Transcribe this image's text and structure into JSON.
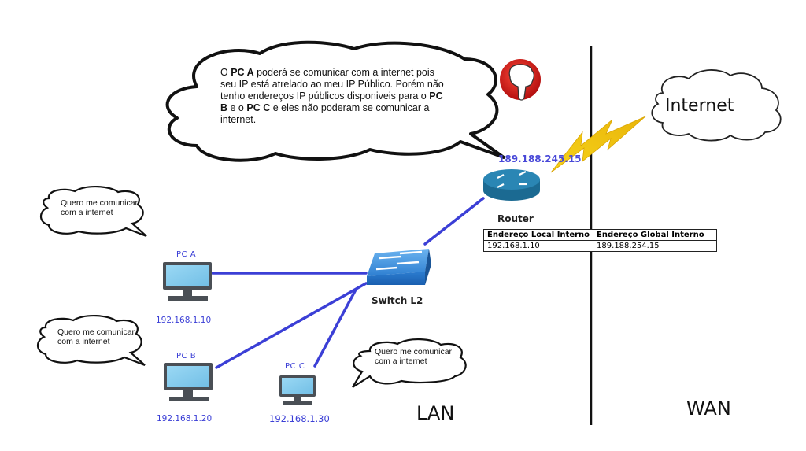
{
  "diagram": {
    "title": "NAT estático - apenas um IP público disponível",
    "router": {
      "label": "Router",
      "public_ip": "189.188.245.15",
      "speech": {
        "part1": "O ",
        "pc_a": "PC A",
        "part2": " poderá se comunicar com a internet pois seu IP está atrelado ao meu IP Público. Porém não tenho endereços IP públicos disponiveis para o ",
        "pc_b": "PC B",
        "part3": " e o ",
        "pc_c": "PC C",
        "part4": " e eles não poderam se comunicar a internet."
      },
      "status_icon": "thumbs-down-icon"
    },
    "switch": {
      "label": "Switch L2"
    },
    "pcs": [
      {
        "name": "PC A",
        "ip": "192.168.1.10",
        "speech": "Quero me comunicar com a internet"
      },
      {
        "name": "PC B",
        "ip": "192.168.1.20",
        "speech": "Quero me comunicar com a internet"
      },
      {
        "name": "PC C",
        "ip": "192.168.1.30",
        "speech": "Quero me comunicar com a internet"
      }
    ],
    "internet": {
      "label": "Internet"
    },
    "zones": {
      "lan": "LAN",
      "wan": "WAN"
    },
    "nat_table": {
      "headers": [
        "Endereço Local Interno",
        "Endereço Global Interno"
      ],
      "rows": [
        [
          "192.168.1.10",
          "189.188.254.15"
        ]
      ]
    },
    "colors": {
      "link": "#3b3fd6",
      "router": "#1f6f96",
      "switch": "#2f7fd0",
      "monitor_screen": "#8fd0f0",
      "lightning": "#f3c20f",
      "thumbs_bg": "#d71f1f"
    }
  }
}
